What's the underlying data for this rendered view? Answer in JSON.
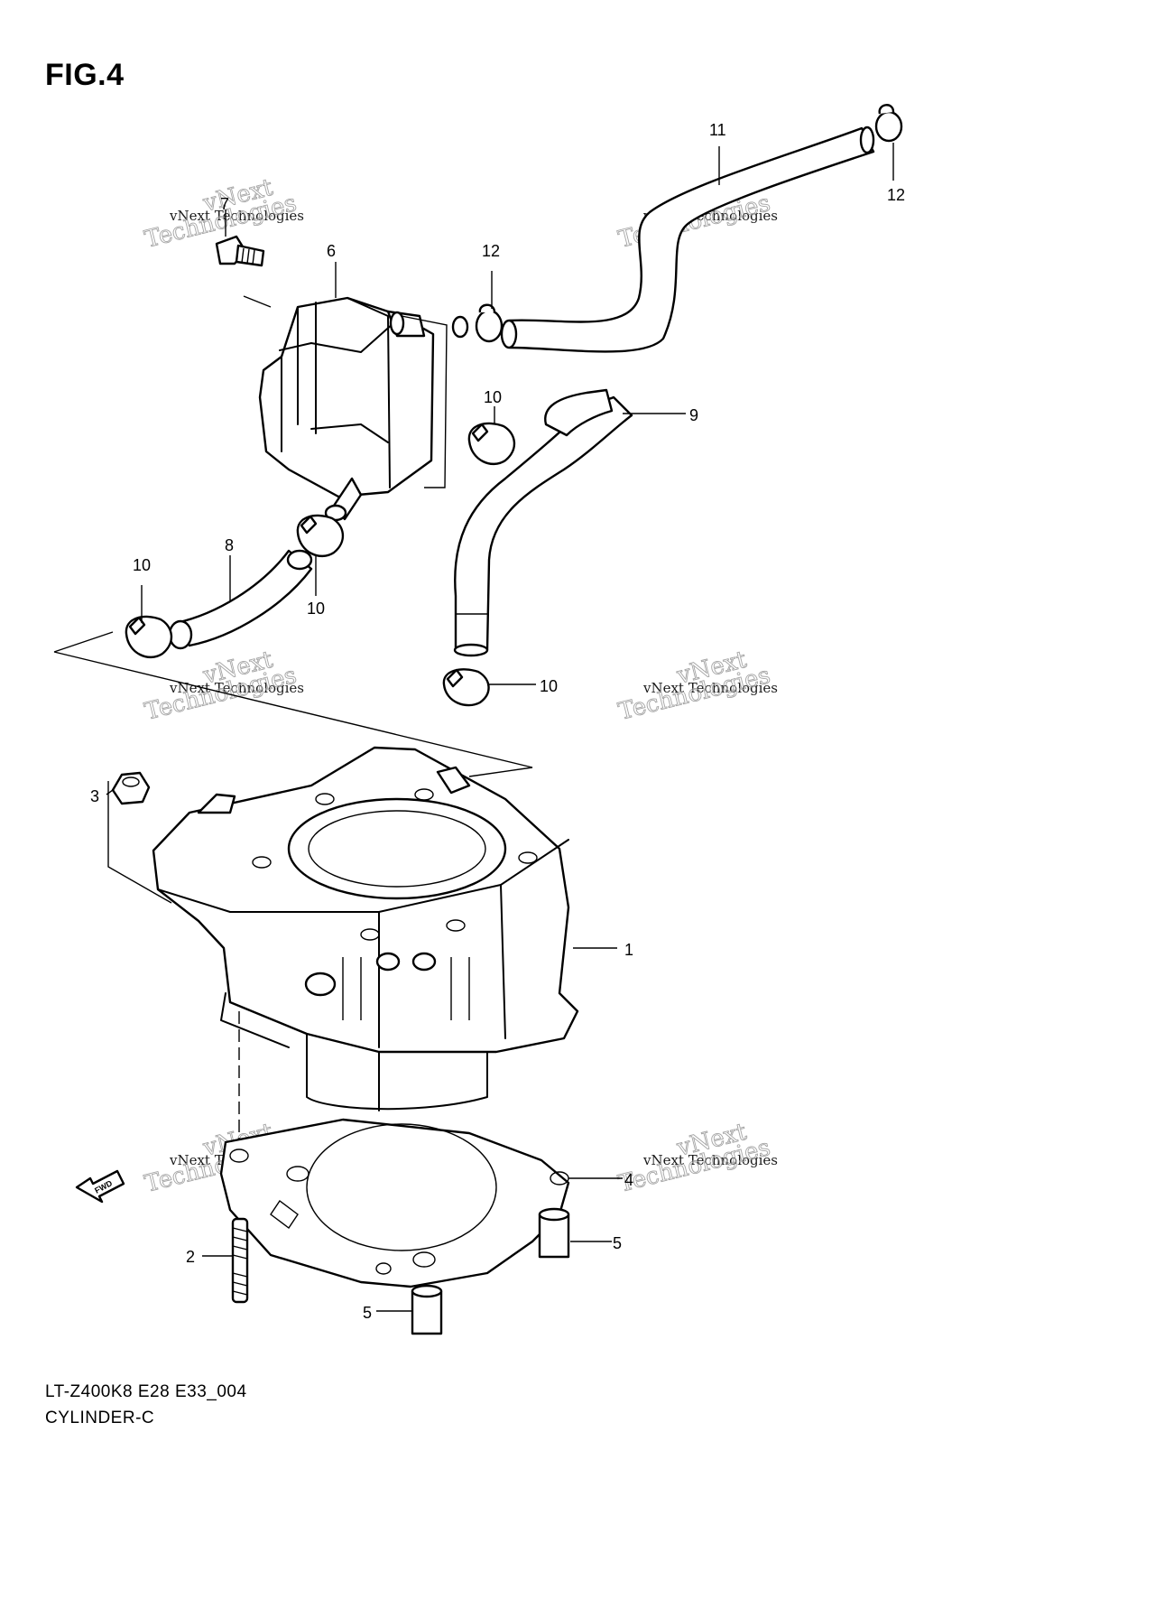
{
  "figure": {
    "title": "FIG.4",
    "model_code": "LT-Z400K8 E28 E33_004",
    "name": "CYLINDER-C",
    "fwd_label": "FWD"
  },
  "watermark": {
    "line1": "vNext Technologies",
    "line2": "vNext",
    "line3": "Technologies"
  },
  "callouts": [
    "1",
    "2",
    "3",
    "4",
    "5",
    "5",
    "6",
    "7",
    "8",
    "9",
    "10",
    "10",
    "10",
    "10",
    "11",
    "12",
    "12"
  ]
}
